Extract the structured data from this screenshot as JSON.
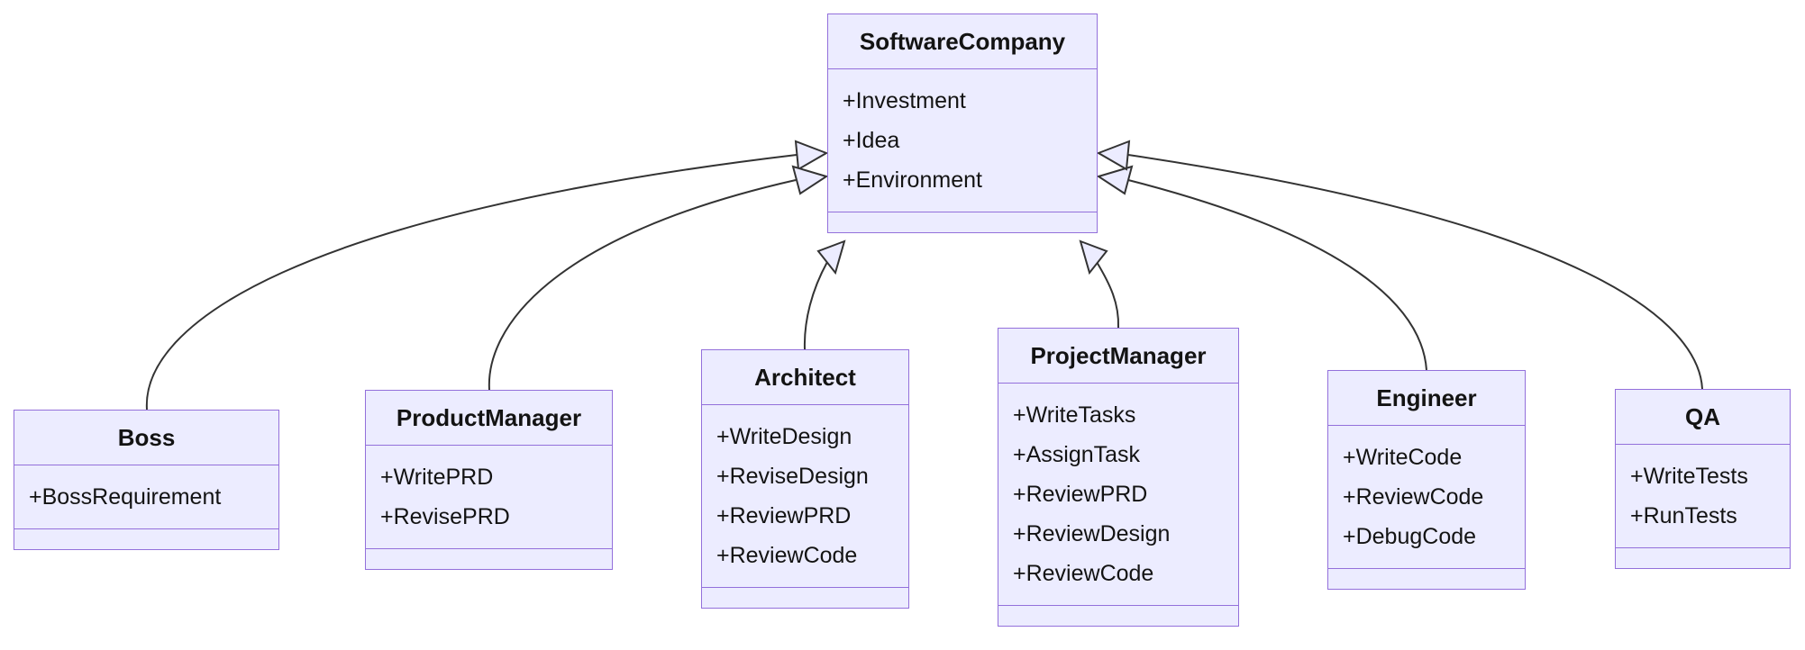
{
  "diagram": {
    "kind": "uml-class-diagram",
    "colors": {
      "background": "#ffffff",
      "node_fill": "#ECECFF",
      "node_border": "#9370DB",
      "edge_stroke": "#333333",
      "text": "#131313"
    },
    "classes": [
      {
        "name": "SoftwareCompany",
        "attributes": [
          "+Investment",
          "+Idea",
          "+Environment"
        ],
        "methods": []
      },
      {
        "name": "Boss",
        "attributes": [
          "+BossRequirement"
        ],
        "methods": []
      },
      {
        "name": "ProductManager",
        "attributes": [
          "+WritePRD",
          "+RevisePRD"
        ],
        "methods": []
      },
      {
        "name": "Architect",
        "attributes": [
          "+WriteDesign",
          "+ReviseDesign",
          "+ReviewPRD",
          "+ReviewCode"
        ],
        "methods": []
      },
      {
        "name": "ProjectManager",
        "attributes": [
          "+WriteTasks",
          "+AssignTask",
          "+ReviewPRD",
          "+ReviewDesign",
          "+ReviewCode"
        ],
        "methods": []
      },
      {
        "name": "Engineer",
        "attributes": [
          "+WriteCode",
          "+ReviewCode",
          "+DebugCode"
        ],
        "methods": []
      },
      {
        "name": "QA",
        "attributes": [
          "+WriteTests",
          "+RunTests"
        ],
        "methods": []
      }
    ],
    "relationships": [
      {
        "from": "Boss",
        "to": "SoftwareCompany",
        "type": "inheritance",
        "arrowhead": "hollow-triangle"
      },
      {
        "from": "ProductManager",
        "to": "SoftwareCompany",
        "type": "inheritance",
        "arrowhead": "hollow-triangle"
      },
      {
        "from": "Architect",
        "to": "SoftwareCompany",
        "type": "inheritance",
        "arrowhead": "hollow-triangle"
      },
      {
        "from": "ProjectManager",
        "to": "SoftwareCompany",
        "type": "inheritance",
        "arrowhead": "hollow-triangle"
      },
      {
        "from": "Engineer",
        "to": "SoftwareCompany",
        "type": "inheritance",
        "arrowhead": "hollow-triangle"
      },
      {
        "from": "QA",
        "to": "SoftwareCompany",
        "type": "inheritance",
        "arrowhead": "hollow-triangle"
      }
    ]
  }
}
